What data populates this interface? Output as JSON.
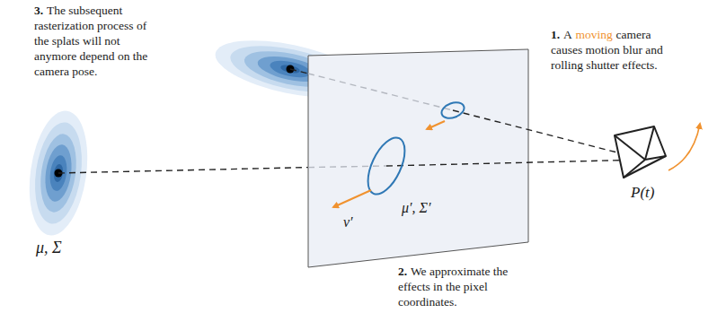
{
  "diagram": {
    "labels": [
      "3.",
      "The subsequent rasterization process of the splats will not anymore depend on the camera pose.",
      "μ, Σ",
      "μ′, Σ′",
      "v′",
      "2.",
      "We approximate the effects in the pixel coordinates.",
      "1.",
      "A",
      "moving",
      "camera causes motion blur and rolling shutter effects.",
      "P(t)"
    ]
  }
}
